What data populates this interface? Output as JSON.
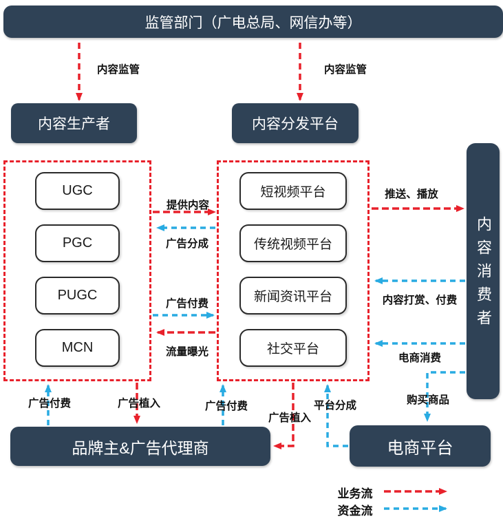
{
  "colors": {
    "node_dark": "#2f4256",
    "business_flow_red": "#e8212b",
    "capital_flow_blue": "#29abe2",
    "white_box_border": "#2a2a2a"
  },
  "nodes": {
    "regulator": "监管部门（广电总局、网信办等）",
    "producer": "内容生产者",
    "distributor": "内容分发平台",
    "consumer": "内容消费者",
    "advertiser": "品牌主&广告代理商",
    "ecommerce": "电商平台"
  },
  "producer_types": [
    "UGC",
    "PGC",
    "PUGC",
    "MCN"
  ],
  "platform_types": [
    "短视频平台",
    "传统视频平台",
    "新闻资讯平台",
    "社交平台"
  ],
  "flows": {
    "regulation_left": "内容监管",
    "regulation_right": "内容监管",
    "provide_content": "提供内容",
    "ad_revenue_share": "广告分成",
    "ad_payment_mid": "广告付费",
    "traffic_exposure": "流量曝光",
    "push_play": "推送、播放",
    "reward_pay": "内容打赏、付费",
    "ecommerce_spend": "电商消费",
    "purchase_goods": "购买商品",
    "ad_payment_left": "广告付费",
    "ad_insert_left": "广告植入",
    "ad_payment_platform": "广告付费",
    "ad_insert_platform": "广告植入",
    "platform_share": "平台分成"
  },
  "legend": {
    "business_flow": "业务流",
    "capital_flow": "资金流"
  }
}
